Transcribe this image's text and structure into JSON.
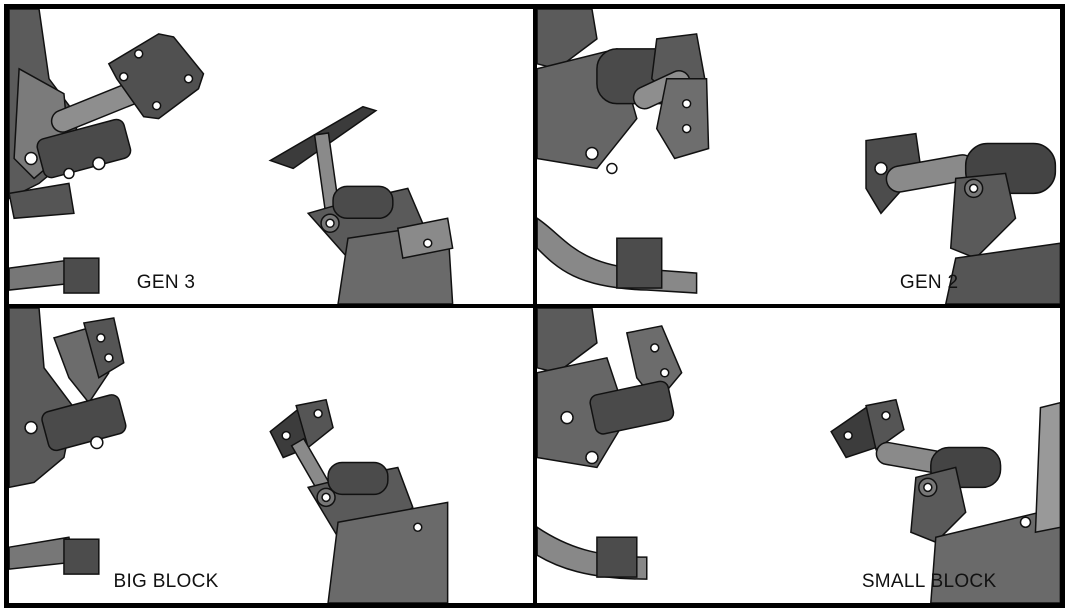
{
  "panels": [
    {
      "label": "GEN 3",
      "mount": "pad"
    },
    {
      "label": "GEN 2",
      "mount": "bracket"
    },
    {
      "label": "BIG BLOCK",
      "mount": "ear"
    },
    {
      "label": "SMALL BLOCK",
      "mount": "ear-wide"
    }
  ],
  "colors": {
    "frame": "#000000",
    "panel_bg": "#ffffff",
    "metal_dark": "#3f3f3f",
    "metal_mid": "#6a6a6a",
    "metal_light": "#9a9a9a",
    "highlight": "#d9d9d9",
    "outline": "#111111"
  }
}
